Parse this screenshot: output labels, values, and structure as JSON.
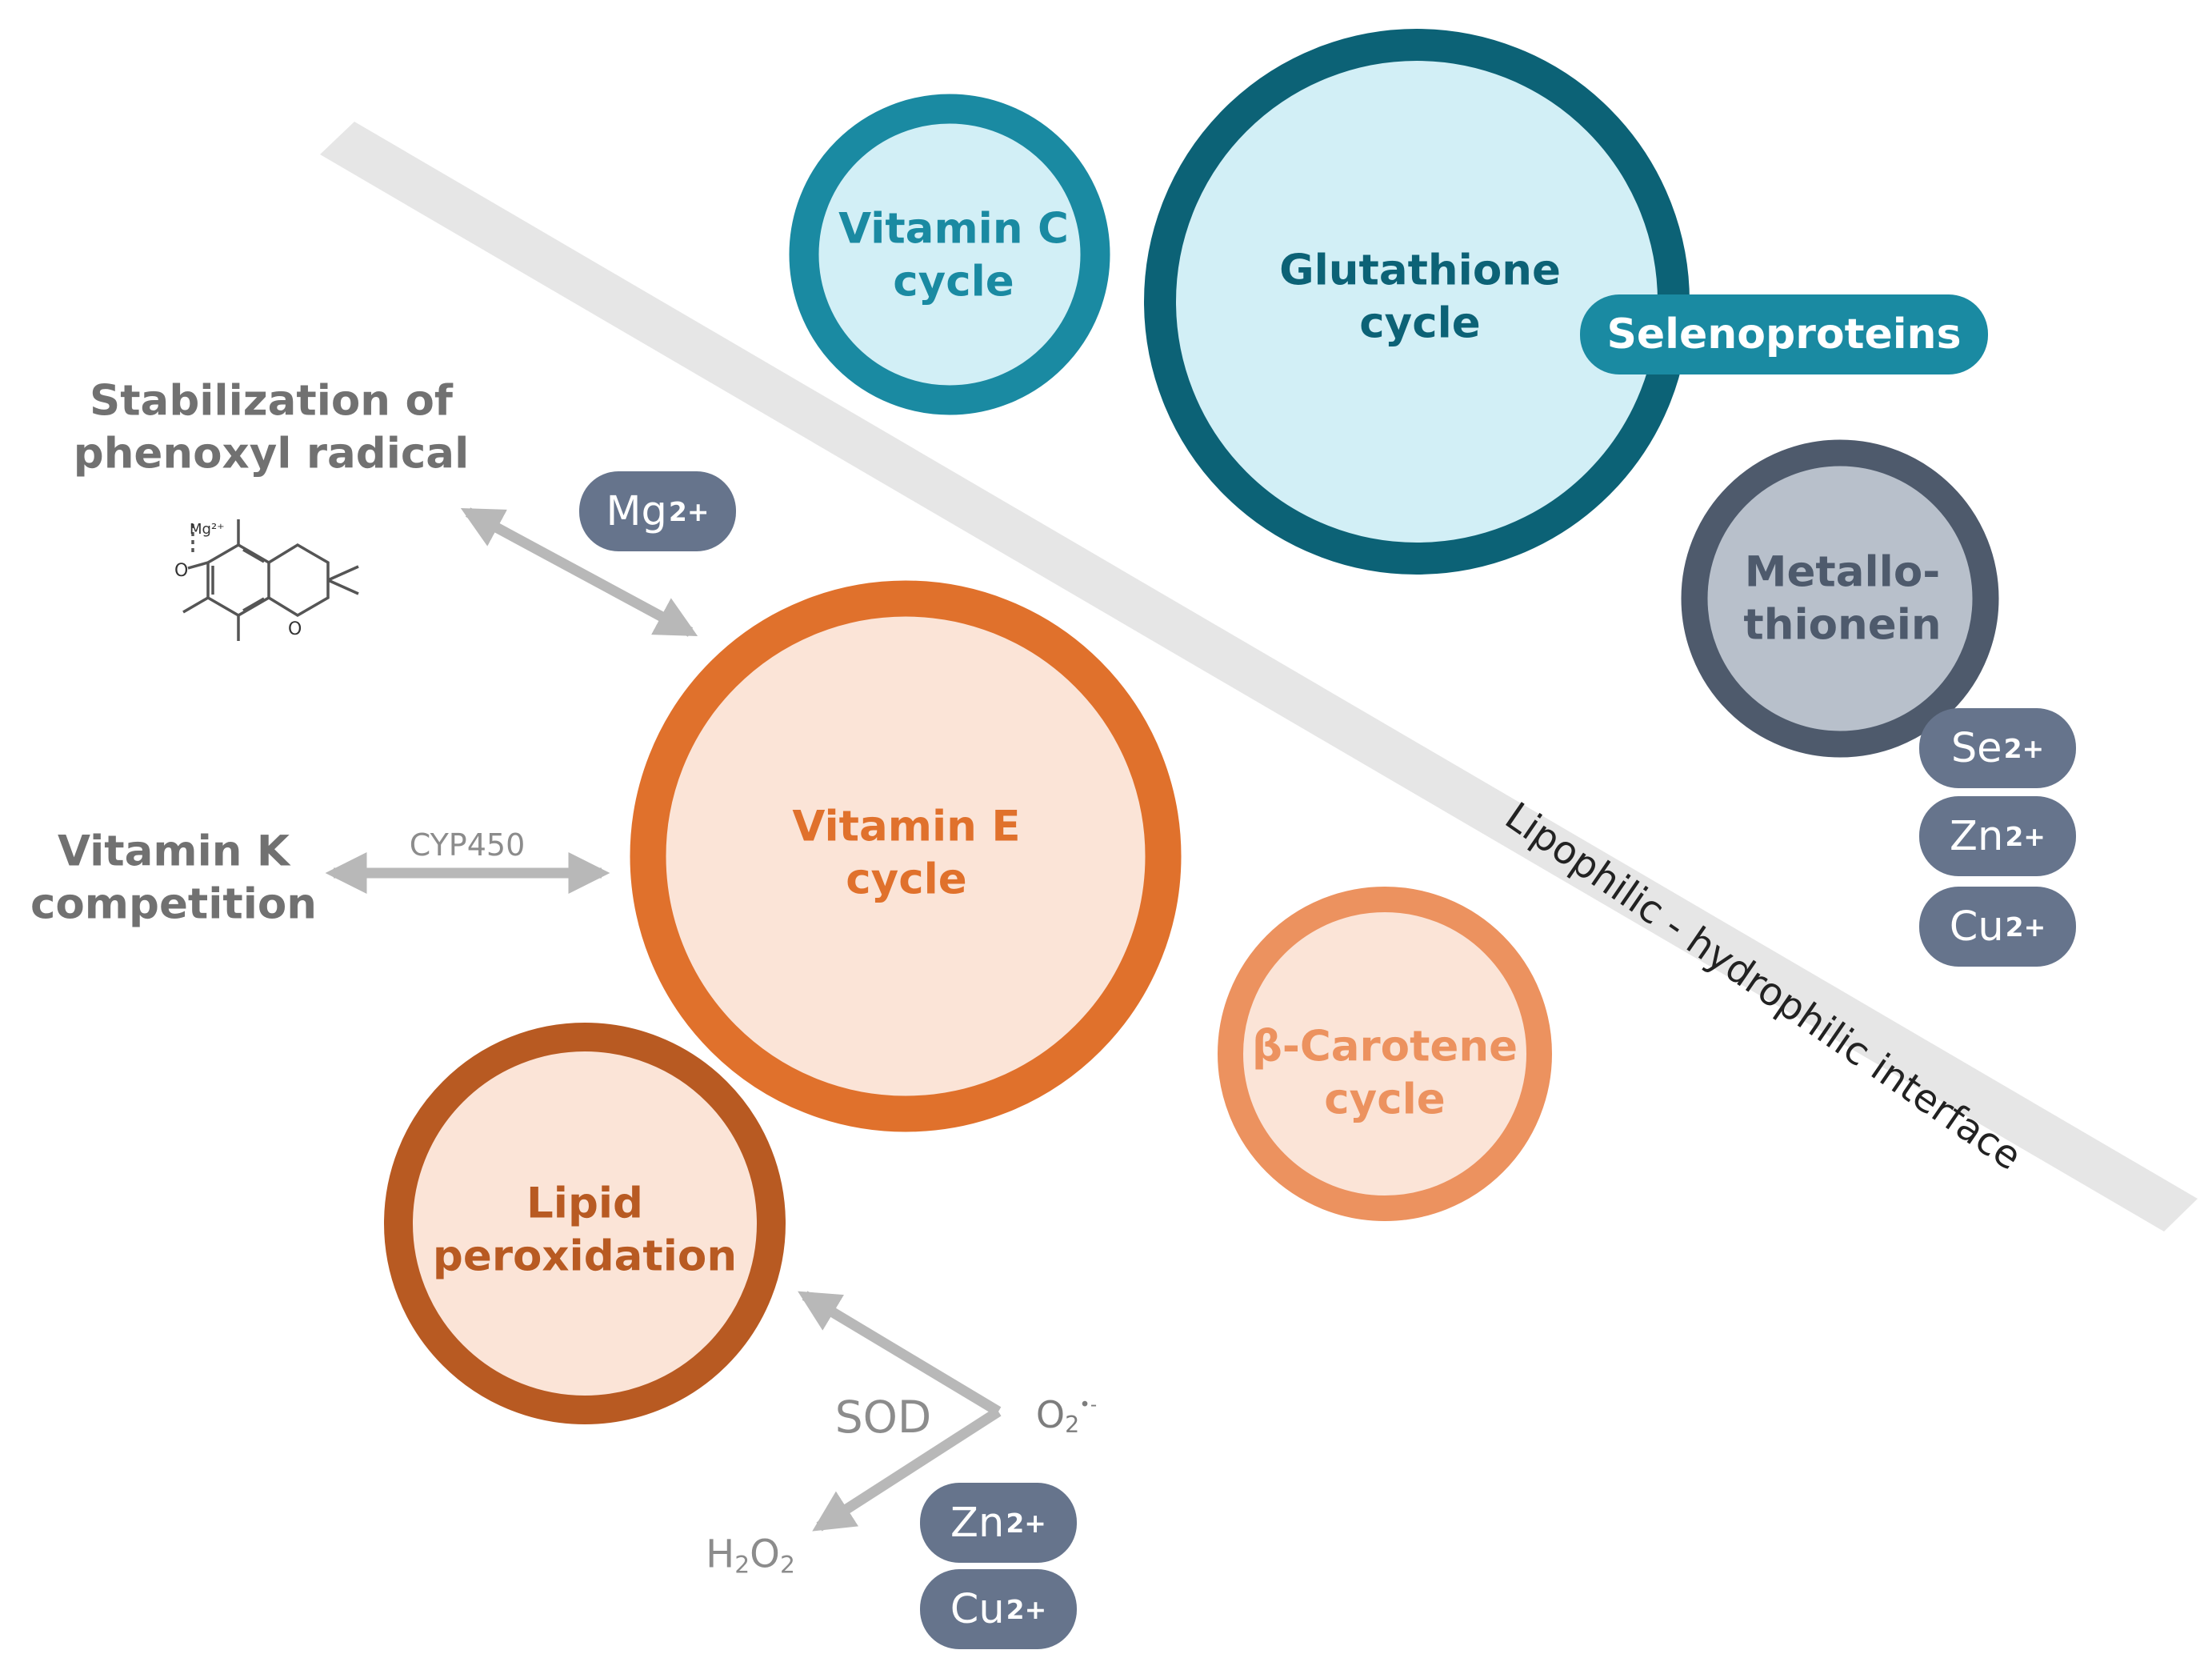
{
  "colors": {
    "interface_band": "#e6e6e6",
    "arrow": "#b8b8b8",
    "side_text": "#717171",
    "vitamin_c_ring": "#1a8aa2",
    "vitamin_c_fill": "#d2eff6",
    "vitamin_c_text": "#1a8aa2",
    "glutathione_ring": "#0c6276",
    "glutathione_fill": "#d2eff6",
    "glutathione_text": "#0c6276",
    "selenoproteins_fill": "#1a8aa2",
    "metallothionein_ring": "#4e5a6c",
    "metallothionein_fill": "#b8c0cb",
    "metallothionein_text": "#4e5a6c",
    "ion_pill": "#66748c",
    "vitamin_e_ring": "#e0712c",
    "vitamin_e_fill": "#fbe4d7",
    "vitamin_e_text": "#e0712c",
    "beta_carotene_ring": "#ec925f",
    "beta_carotene_fill": "#fbe4d7",
    "beta_carotene_text": "#ec925f",
    "lipid_ring": "#b85a22",
    "lipid_fill": "#fbe4d7",
    "lipid_text": "#b85a22"
  },
  "circles": {
    "vitamin_c": {
      "lines": [
        "Vitamin C",
        "cycle"
      ]
    },
    "glutathione": {
      "lines": [
        "Glutathione",
        "cycle"
      ]
    },
    "metallothionein": {
      "lines": [
        "Metallo-",
        "thionein"
      ]
    },
    "vitamin_e": {
      "lines": [
        "Vitamin E",
        "cycle"
      ]
    },
    "beta_carotene": {
      "lines": [
        "β-Carotene",
        "cycle"
      ]
    },
    "lipid_peroxidation": {
      "lines": [
        "Lipid",
        "peroxidation"
      ]
    }
  },
  "selenoproteins": "Selenoproteins",
  "interface_label": "Lipophilic - hydrophilic interface",
  "stabilization": {
    "lines": [
      "Stabilization of",
      "phenoxyl radical"
    ]
  },
  "vitamin_k": {
    "lines": [
      "Vitamin K",
      "competition"
    ]
  },
  "cyp450_label": "CYP450",
  "sod_label": "SOD",
  "superoxide": {
    "base": "O",
    "sub": "2",
    "sup": "•-"
  },
  "hydrogen_peroxide": {
    "h": "H",
    "sub1": "2",
    "o": "O",
    "sub2": "2"
  },
  "molecule": {
    "metal_label": "Mg²⁺",
    "oxygen_label": "O",
    "ring_oxygen_label": "O"
  },
  "ions": {
    "mg": {
      "symbol": "Mg",
      "charge": "2+"
    },
    "metallothionein_se": {
      "symbol": "Se",
      "charge": "2+"
    },
    "metallothionein_zn": {
      "symbol": "Zn",
      "charge": "2+"
    },
    "metallothionein_cu": {
      "symbol": "Cu",
      "charge": "2+"
    },
    "sod_zn": {
      "symbol": "Zn",
      "charge": "2+"
    },
    "sod_cu": {
      "symbol": "Cu",
      "charge": "2+"
    }
  }
}
